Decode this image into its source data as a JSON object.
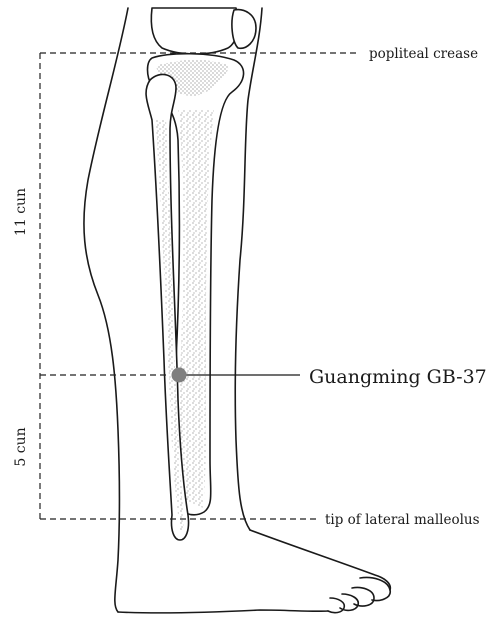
{
  "labels": {
    "top_crease": "popliteal crease",
    "acupoint": "Guangming GB-37",
    "bottom_landmark": "tip of lateral malleolus",
    "upper_span": "11 cun",
    "lower_span": "5 cun"
  },
  "colors": {
    "line": "#1a1a1a",
    "point_fill": "#7f7f7f",
    "stipple": "#555555",
    "background": "#ffffff"
  }
}
